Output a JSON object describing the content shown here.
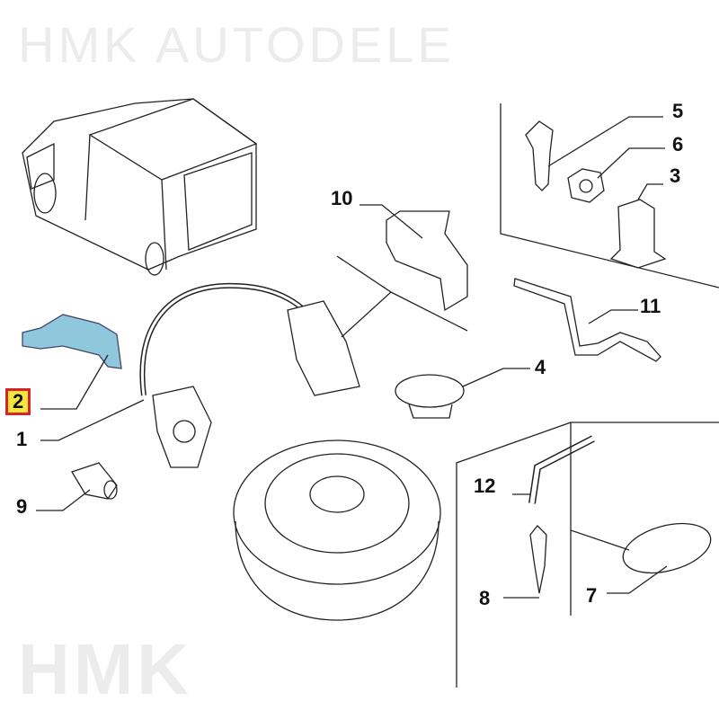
{
  "watermark": {
    "main": "HMK",
    "sub": "HMK AUTODELE"
  },
  "callouts": [
    {
      "number": "1",
      "highlighted": false
    },
    {
      "number": "2",
      "highlighted": true
    },
    {
      "number": "3",
      "highlighted": false
    },
    {
      "number": "4",
      "highlighted": false
    },
    {
      "number": "5",
      "highlighted": false
    },
    {
      "number": "6",
      "highlighted": false
    },
    {
      "number": "7",
      "highlighted": false
    },
    {
      "number": "8",
      "highlighted": false
    },
    {
      "number": "9",
      "highlighted": false
    },
    {
      "number": "10",
      "highlighted": false
    },
    {
      "number": "11",
      "highlighted": false
    },
    {
      "number": "12",
      "highlighted": false
    }
  ],
  "colors": {
    "highlight_fill": "#f5e83a",
    "highlight_border": "#d8232a",
    "part_highlight": "#8fc8dc"
  }
}
